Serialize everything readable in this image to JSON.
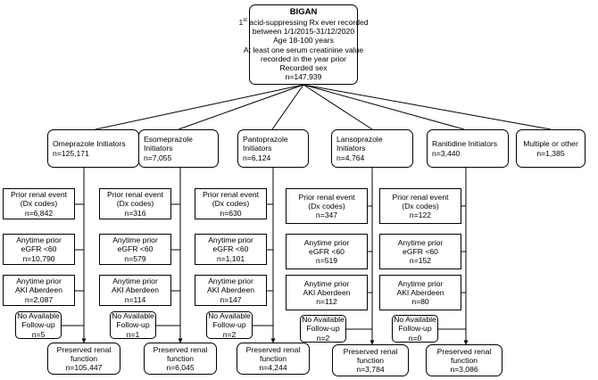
{
  "top": {
    "title": "BIGAN",
    "criteria_ordinal": "1",
    "criteria_ordinal_suffix": "st",
    "criteria_1_rest": " acid-suppressing Rx ever recorded",
    "criteria_2": "between 1/1/2015-31/12/2020",
    "criteria_3": "Age 18-100 years",
    "criteria_4": "At least one serum creatinine value",
    "criteria_5": "recorded in the year prior",
    "criteria_6": "Recorded sex",
    "count": "n=147,939"
  },
  "initiators": [
    {
      "line1": "Omeprazole Initiators",
      "line2": "",
      "count": "n=125,171"
    },
    {
      "line1": "Esomeprazole",
      "line2": "Initiators",
      "count": "n=7,055"
    },
    {
      "line1": "Pantoprazole",
      "line2": "Initiators",
      "count": "n=6,124"
    },
    {
      "line1": "Lansoprazole",
      "line2": "Initiators",
      "count": "n=4,764"
    },
    {
      "line1": "Ranitidine Initiators",
      "line2": "",
      "count": "n=3,440"
    },
    {
      "line1": "Multiple or other",
      "line2": "",
      "count": "n=1,385"
    }
  ],
  "groups": [
    {
      "prior_renal": {
        "line1": "Prior renal event",
        "line2": "(Dx codes)",
        "count": "n=6,842"
      },
      "egfr": {
        "line1": "Anytime prior",
        "line2": "eGFR <60",
        "count": "n=10,790"
      },
      "aki": {
        "line1": "Anytime prior",
        "line2": "AKI Aberdeen",
        "count": "n=2,087"
      },
      "nofollow": {
        "line1": "No Available",
        "line2": "Follow-up",
        "count": "n=5"
      },
      "preserved": {
        "line1": "Preserved renal",
        "line2": "function",
        "count": "n=105,447"
      }
    },
    {
      "prior_renal": {
        "line1": "Prior renal event",
        "line2": "(Dx codes)",
        "count": "n=316"
      },
      "egfr": {
        "line1": "Anytime prior",
        "line2": "eGFR <60",
        "count": "n=579"
      },
      "aki": {
        "line1": "Anytime prior",
        "line2": "AKI Aberdeen",
        "count": "n=114"
      },
      "nofollow": {
        "line1": "No Available",
        "line2": "Follow-up",
        "count": "n=1"
      },
      "preserved": {
        "line1": "Preserved renal",
        "line2": "function",
        "count": "n=6,045"
      }
    },
    {
      "prior_renal": {
        "line1": "Prior renal event",
        "line2": "(Dx codes)",
        "count": "n=630"
      },
      "egfr": {
        "line1": "Anytime prior",
        "line2": "eGFR <60",
        "count": "n=1,101"
      },
      "aki": {
        "line1": "Anytime prior",
        "line2": "AKI Aberdeen",
        "count": "n=147"
      },
      "nofollow": {
        "line1": "No Available",
        "line2": "Follow-up",
        "count": "n=2"
      },
      "preserved": {
        "line1": "Preserved renal",
        "line2": "function",
        "count": "n=4,244"
      }
    },
    {
      "prior_renal": {
        "line1": "Prior renal event",
        "line2": "(Dx codes)",
        "count": "n=347"
      },
      "egfr": {
        "line1": "Anytime prior",
        "line2": "eGFR <60",
        "count": "n=519"
      },
      "aki": {
        "line1": "Anytime prior",
        "line2": "AKI Aberdeen",
        "count": "n=112"
      },
      "nofollow": {
        "line1": "No Available",
        "line2": "Follow-up",
        "count": "n=2"
      },
      "preserved": {
        "line1": "Preserved renal",
        "line2": "function",
        "count": "n=3,784"
      }
    },
    {
      "prior_renal": {
        "line1": "Prior renal event",
        "line2": "(Dx codes)",
        "count": "n=122"
      },
      "egfr": {
        "line1": "Anytime prior",
        "line2": "eGFR <60",
        "count": "n=152"
      },
      "aki": {
        "line1": "Anytime prior",
        "line2": "AKI Aberdeen",
        "count": "n=80"
      },
      "nofollow": {
        "line1": "No Available",
        "line2": "Follow-up",
        "count": "n=0"
      },
      "preserved": {
        "line1": "Preserved renal",
        "line2": "function",
        "count": "n=3,086"
      }
    }
  ]
}
